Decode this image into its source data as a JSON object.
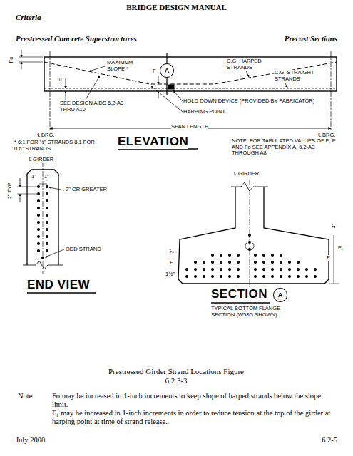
{
  "diagram": {
    "title": "BRIDGE DESIGN MANUAL",
    "caption": "Prestressed Girder Strand Locations Figure 6.2.3-3",
    "nodes": [
      {
        "text": [
          "A"
        ]
      },
      {
        "text": [
          "A"
        ]
      }
    ],
    "labels": [
      "Criteria",
      "Prestressed Concrete Superstructures",
      "Precast Sections",
      "Fo",
      "MAXIMUM SLOPE *",
      "E",
      "F",
      "C.G. HARPED STRANDS",
      "C.G. STRAIGHT STRANDS",
      "℄ BRG.",
      "℄ BRG.",
      "HOLD DOWN DEVICE (PROVIDED BY FABRICATOR)",
      "HARPING POINT",
      "SEE DESIGN AIDS 6.2-A3 THRU A10",
      "SPAN LENGTH",
      "* 6:1 FOR ½\" STRANDS 8:1 FOR 0.6\" STRANDS",
      "ELEVATION",
      "NOTE: FOR TABULATED VALUES OF E, F AND Fo SEE APPENDIX A, 6.2-A3 THROUGH A8",
      "℄ GIRDER",
      "1\"",
      "1\"",
      "2\" OR GREATER",
      "2\" TYP.",
      "ODD STRAND",
      "END VIEW",
      "℄ GIRDER",
      "2\"",
      "E",
      "1½\"",
      "3\"",
      "F",
      "F₁",
      "SECTION",
      "TYPICAL BOTTOM FLANGE SECTION (W58G SHOWN)",
      "Note:",
      "Fo may be increased in 1-inch increments to keep slope of harped strands below the slope limit.",
      "F₁ may be increased in 1-inch increments in order to reduce tension at the top of the girder at harping point at time of strand release.",
      "July 2000",
      "6.2-5"
    ]
  }
}
